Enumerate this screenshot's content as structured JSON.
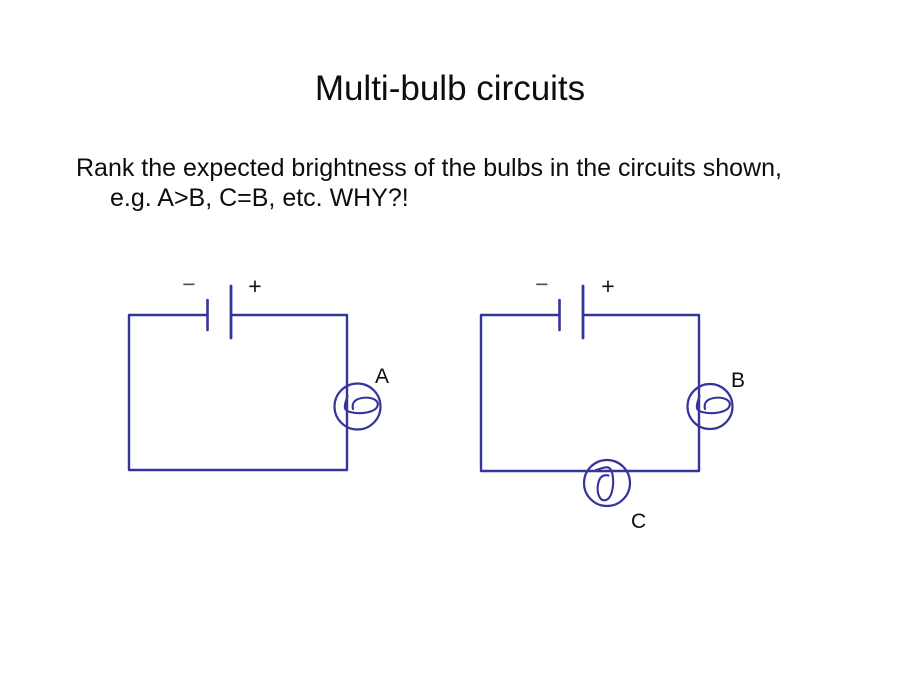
{
  "slide": {
    "title": "Multi-bulb circuits",
    "prompt": {
      "line1": "Rank the expected brightness of the bulbs in the circuits shown,",
      "line2": "e.g. A>B, C=B, etc. WHY?!"
    }
  },
  "colors": {
    "wire": "#35359B",
    "text": "#0d0d0d",
    "battery_minus_label": "#4d4d4d",
    "battery_plus_label": "#111111",
    "background": "#ffffff"
  },
  "circuits": [
    {
      "name": "single-bulb series circuit",
      "battery": {
        "negative": "−",
        "positive": "+"
      },
      "bulbs": [
        {
          "label": "A"
        }
      ]
    },
    {
      "name": "two-bulb series circuit",
      "battery": {
        "negative": "−",
        "positive": "+"
      },
      "bulbs": [
        {
          "label": "B"
        },
        {
          "label": "C"
        }
      ]
    }
  ]
}
